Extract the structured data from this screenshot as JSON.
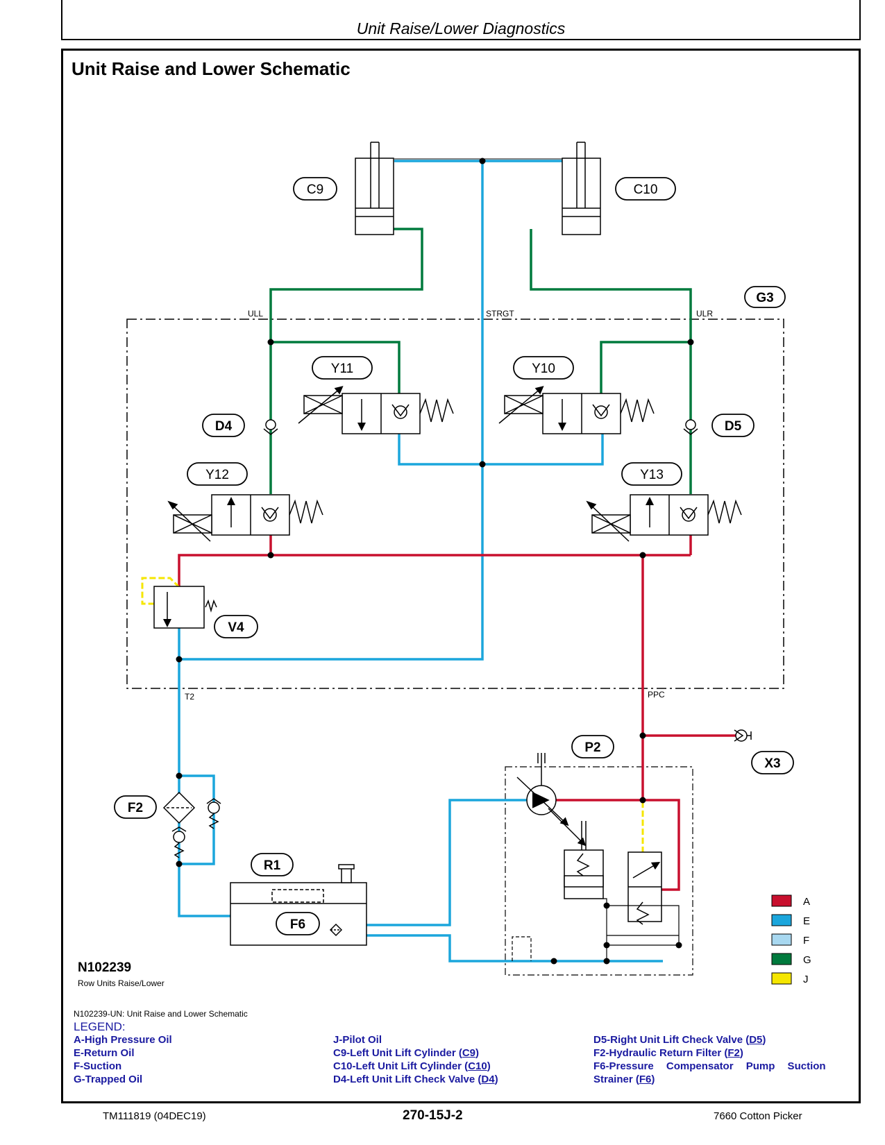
{
  "header": {
    "running_title": "Unit Raise/Lower Diagnostics"
  },
  "main": {
    "title": "Unit Raise and Lower Schematic"
  },
  "figure": {
    "id": "N102239",
    "subtitle": "Row Units Raise/Lower",
    "caption": "N102239-UN: Unit Raise and Lower Schematic"
  },
  "components": {
    "c9": "C9",
    "c10": "C10",
    "g3": "G3",
    "y11": "Y11",
    "y10": "Y10",
    "y12": "Y12",
    "y13": "Y13",
    "d4": "D4",
    "d5": "D5",
    "v4": "V4",
    "p2": "P2",
    "x3": "X3",
    "f2": "F2",
    "r1": "R1",
    "f6": "F6"
  },
  "ports": {
    "ull": "ULL",
    "strgt": "STRGT",
    "ulr": "ULR",
    "t2": "T2",
    "ppc": "PPC"
  },
  "color_key": [
    {
      "letter": "A",
      "color": "#c8102e"
    },
    {
      "letter": "E",
      "color": "#1ba6dc"
    },
    {
      "letter": "F",
      "color": "#a8d8f0"
    },
    {
      "letter": "G",
      "color": "#007a3d"
    },
    {
      "letter": "J",
      "color": "#f5e600"
    }
  ],
  "legend": {
    "title": "LEGEND:",
    "col1": [
      "A-High Pressure Oil",
      "E-Return Oil",
      "F-Suction",
      "G-Trapped Oil"
    ],
    "col2": [
      {
        "text": "J-Pilot Oil",
        "ref": ""
      },
      {
        "text": "C9-Left Unit Lift Cylinder",
        "ref": "C9"
      },
      {
        "text": "C10-Left Unit Lift Cylinder",
        "ref": "C10"
      },
      {
        "text": "D4-Left Unit Lift Check Valve",
        "ref": "D4"
      }
    ],
    "col3": [
      {
        "text": "D5-Right Unit Lift Check Valve",
        "ref": "D5"
      },
      {
        "text": "F2-Hydraulic Return Filter",
        "ref": "F2"
      },
      {
        "text": "F6-Pressure Compensator Pump Suction",
        "ref": ""
      },
      {
        "text": "Strainer",
        "ref": "F6"
      }
    ]
  },
  "footer": {
    "doc": "TM111819 (04DEC19)",
    "page": "270-15J-2",
    "model": "7660 Cotton Picker"
  }
}
